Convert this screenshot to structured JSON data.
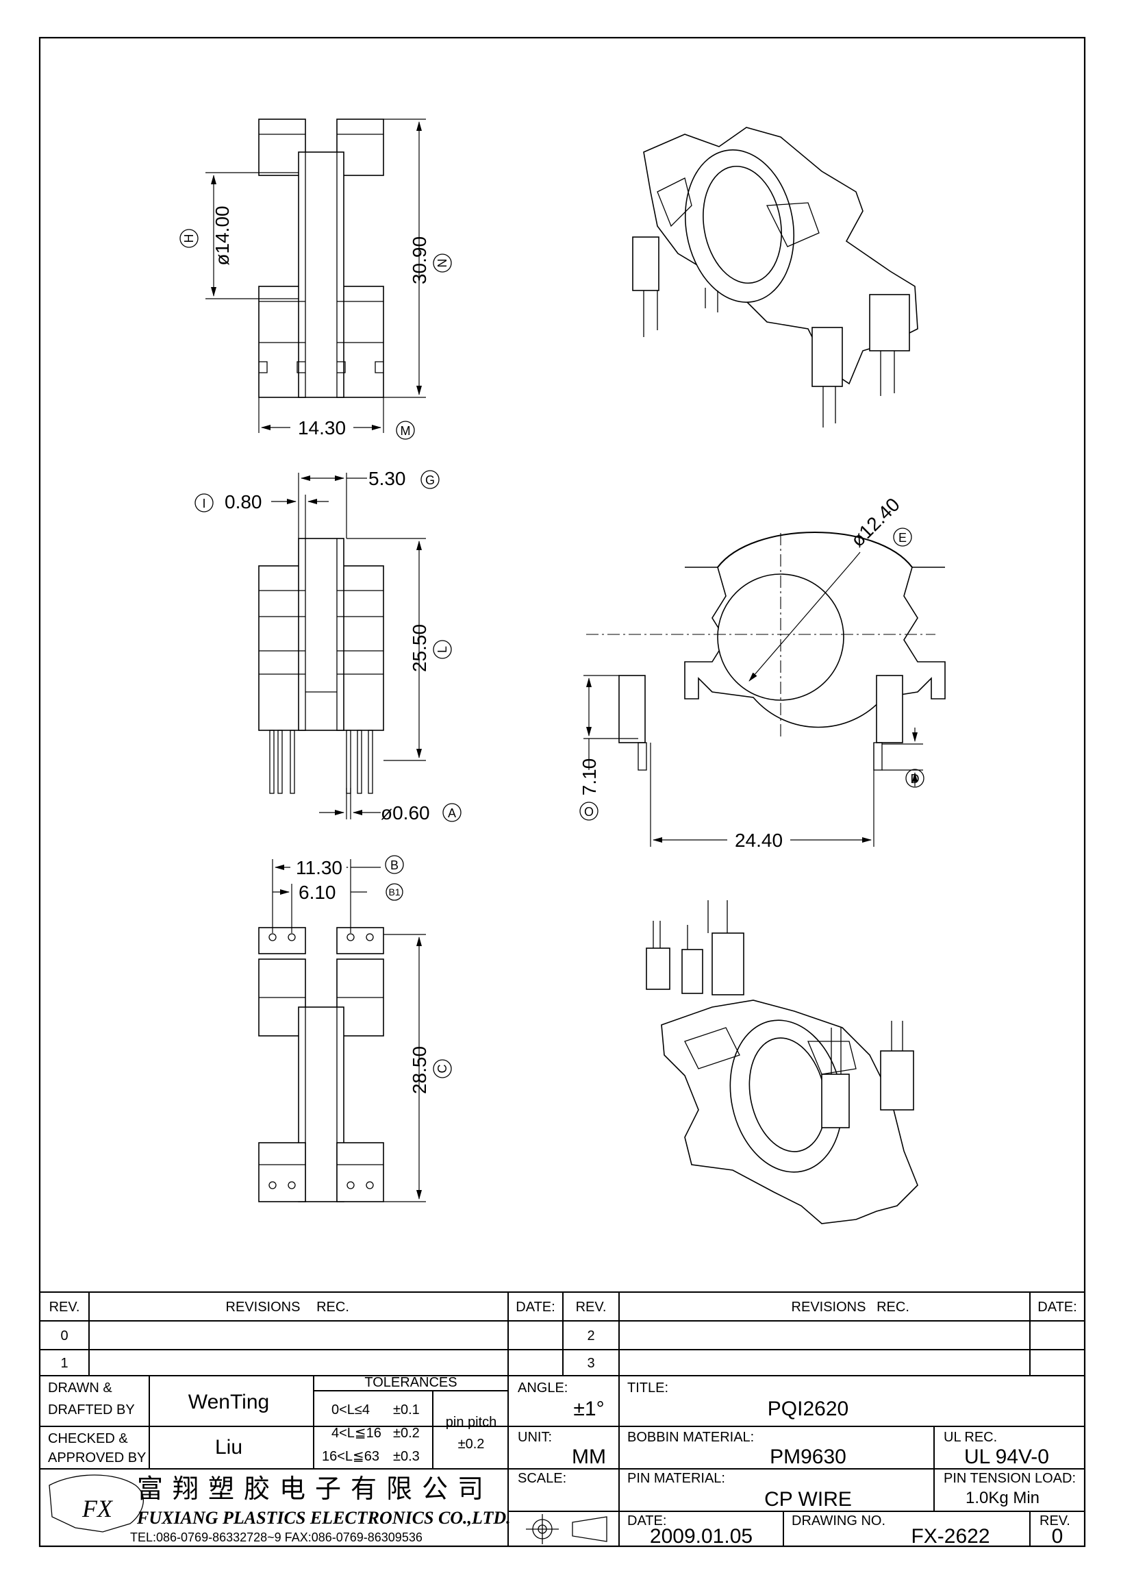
{
  "drawing": {
    "top_view": {
      "dim_height": "30.90",
      "dim_height_tag": "N",
      "dim_diameter": "ø14.00",
      "dim_diameter_tag": "H",
      "dim_width": "14.30",
      "dim_width_tag": "M"
    },
    "side_view": {
      "dim_wall": "0.80",
      "dim_wall_tag": "I",
      "dim_flange": "5.30",
      "dim_flange_tag": "G",
      "dim_height": "25.50",
      "dim_height_tag": "L",
      "dim_pin": "ø0.60",
      "dim_pin_tag": "A"
    },
    "bottom_view": {
      "dim_row": "11.30",
      "dim_row_tag": "B",
      "dim_pitch": "6.10",
      "dim_pitch_tag": "B1",
      "dim_height": "28.50",
      "dim_height_tag": "C"
    },
    "front_view": {
      "dim_bore": "ø12.40",
      "dim_bore_tag": "E",
      "dim_standoff": "7.10",
      "dim_standoff_tag": "O",
      "dim_span": "24.40",
      "dim_pin_tag": "D"
    }
  },
  "title_block": {
    "rev_header": "REV.",
    "revisions_header": "REVISIONS",
    "rec_header": "REC.",
    "date_header": "DATE:",
    "rev_rows": [
      "0",
      "1"
    ],
    "rev_rows_right": [
      "2",
      "3"
    ],
    "drawn_label_1": "DRAWN &",
    "drawn_label_2": "DRAFTED BY",
    "drawn_by": "WenTing",
    "checked_label_1": "CHECKED &",
    "checked_label_2": "APPROVED BY",
    "checked_by": "Liu",
    "tolerances_label": "TOLERANCES",
    "tol_1": "0<L≤4",
    "tol_1_val": "±0.1",
    "tol_2": "4<L≦16",
    "tol_2_val": "±0.2",
    "tol_3": "16<L≦63",
    "tol_3_val": "±0.3",
    "pin_pitch_label": "pin pitch",
    "pin_pitch_val": "±0.2",
    "angle_label": "ANGLE:",
    "angle_val": "±1°",
    "unit_label": "UNIT:",
    "unit_val": "MM",
    "scale_label": "SCALE:",
    "title_label": "TITLE:",
    "title_val": "PQI2620",
    "bobbin_label": "BOBBIN MATERIAL:",
    "bobbin_val": "PM9630",
    "ul_label": "UL REC.",
    "ul_val": "UL 94V-0",
    "pin_mat_label": "PIN MATERIAL:",
    "pin_mat_val": "CP WIRE",
    "pin_tension_label": "PIN TENSION LOAD:",
    "pin_tension_val": "1.0Kg Min",
    "date_label": "DATE:",
    "date_val": "2009.01.05",
    "drawing_no_label": "DRAWING NO.",
    "drawing_no_val": "FX-2622",
    "rev_label": "REV.",
    "rev_val": "0",
    "company_cn": "富翔塑胶电子有限公司",
    "company_en": "FUXIANG PLASTICS ELECTRONICS CO.,LTD.",
    "company_contact": "TEL:086-0769-86332728~9   FAX:086-0769-86309536",
    "logo_text": "FX"
  }
}
